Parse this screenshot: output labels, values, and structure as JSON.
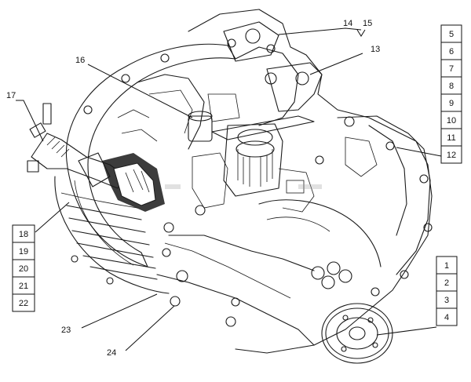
{
  "callouts": {
    "n1": "1",
    "n2": "2",
    "n3": "3",
    "n4": "4",
    "n5": "5",
    "n6": "6",
    "n7": "7",
    "n8": "8",
    "n9": "9",
    "n10": "10",
    "n11": "11",
    "n12": "12",
    "n13": "13",
    "n14": "14",
    "n15": "15",
    "n16": "16",
    "n17": "17",
    "n18": "18",
    "n19": "19",
    "n20": "20",
    "n21": "21",
    "n22": "22",
    "n23": "23",
    "n24": "24"
  },
  "colors": {
    "ink": "#1a1a1a",
    "background": "#ffffff"
  }
}
